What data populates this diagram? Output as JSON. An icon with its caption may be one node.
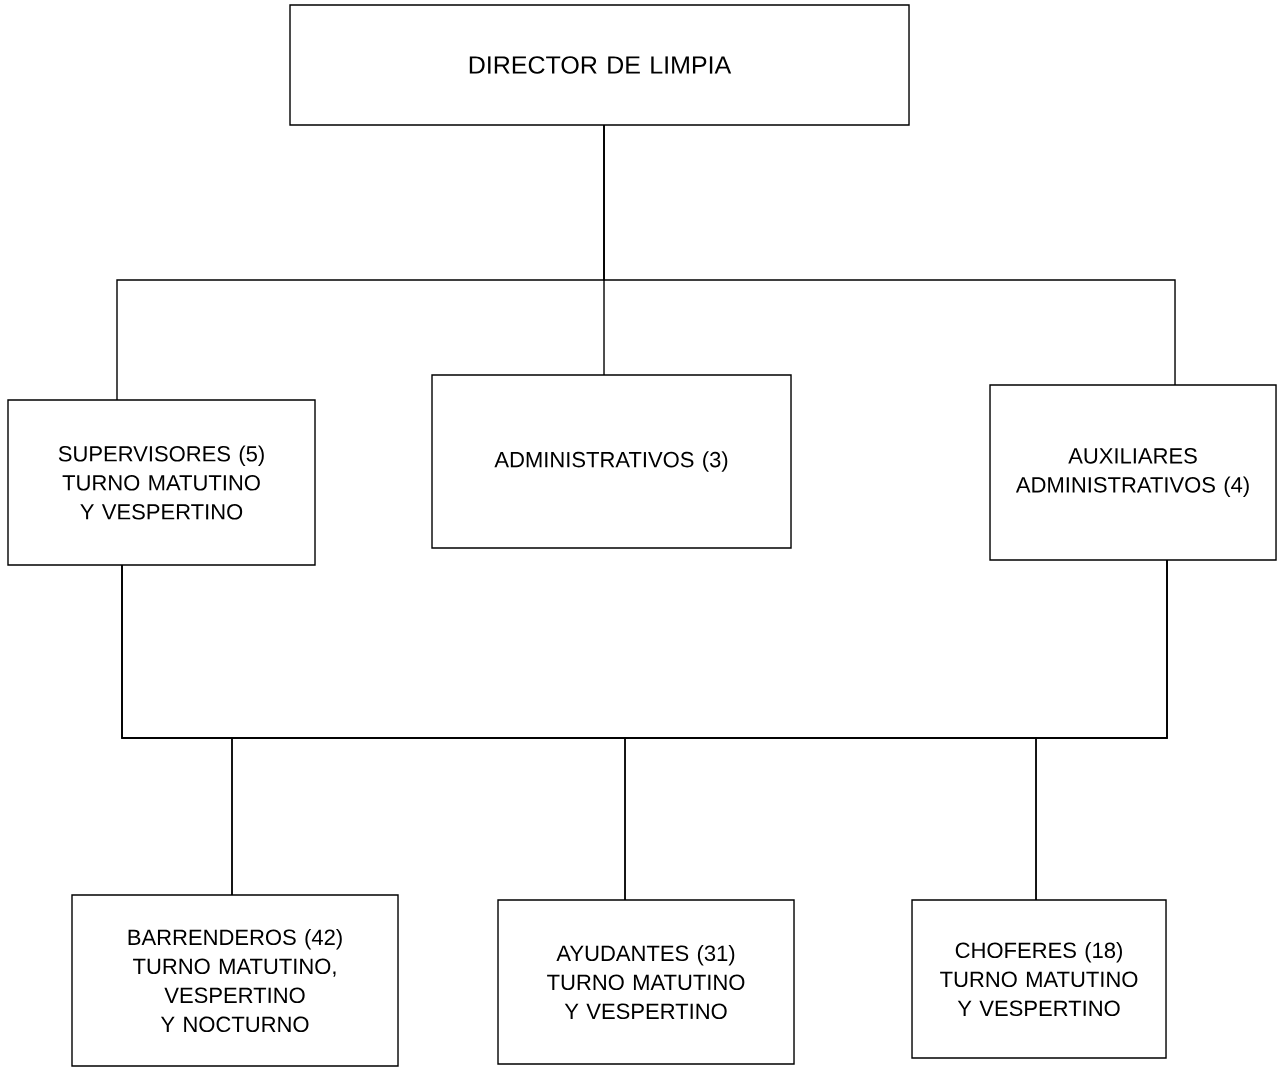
{
  "diagram": {
    "nodes": [
      {
        "text": [
          "DIRECTOR DE LIMPIA"
        ]
      },
      {
        "text": [
          "SUPERVISORES (5) TURNO MATUTINO Y VESPERTINO"
        ]
      },
      {
        "text": [
          "ADMINISTRATIVOS (3)"
        ]
      },
      {
        "text": [
          "AUXILIARES ADMINISTRATIVOS (4)"
        ]
      },
      {
        "text": [
          "BARRENDEROS (42) TURNO MATUTINO, VESPERTINO Y NOCTURNO"
        ]
      },
      {
        "text": [
          "AYUDANTES (31) TURNO MATUTINO Y VESPERTINO"
        ]
      },
      {
        "text": [
          "CHOFERES (18) TURNO MATUTINO Y VESPERTINO"
        ]
      }
    ],
    "edges": [
      {
        "from": 0,
        "to": 1,
        "arrow": "none"
      },
      {
        "from": 0,
        "to": 2,
        "arrow": "none"
      },
      {
        "from": 0,
        "to": 3,
        "arrow": "none"
      },
      {
        "from": 1,
        "to": 4,
        "arrow": "none"
      },
      {
        "from": 1,
        "to": 5,
        "arrow": "none"
      },
      {
        "from": 1,
        "to": 6,
        "arrow": "none"
      },
      {
        "from": 3,
        "to": 4,
        "arrow": "none"
      },
      {
        "from": 3,
        "to": 5,
        "arrow": "none"
      },
      {
        "from": 3,
        "to": 6,
        "arrow": "none"
      }
    ]
  }
}
